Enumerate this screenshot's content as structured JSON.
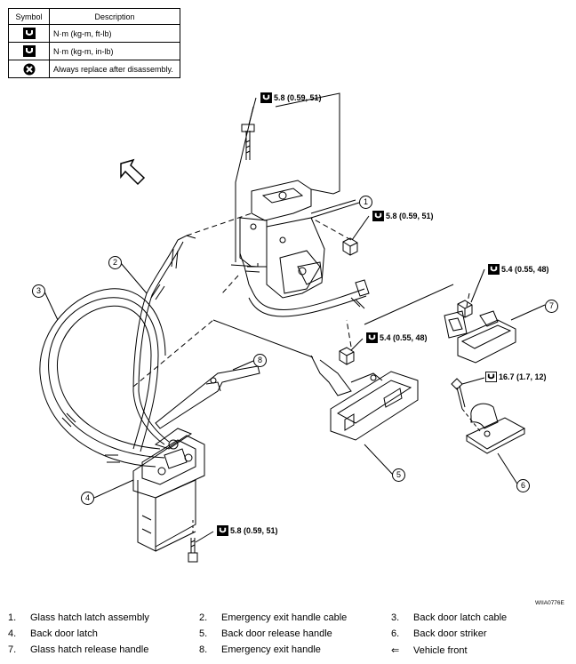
{
  "legend": {
    "header_symbol": "Symbol",
    "header_description": "Description",
    "rows": [
      {
        "icon": "torque-icon",
        "description": "N·m (kg-m, ft-lb)"
      },
      {
        "icon": "torque-small-icon",
        "description": "N·m (kg-m, in-lb)"
      },
      {
        "icon": "replace-icon",
        "description": "Always replace after disassembly."
      }
    ]
  },
  "torque_specs": {
    "t1": "5.8 (0.59, 51)",
    "t2": "5.8 (0.59, 51)",
    "t3": "5.4 (0.55, 48)",
    "t4": "5.4 (0.55, 48)",
    "t5": "16.7 (1.7, 12)",
    "t6": "5.8 (0.59, 51)"
  },
  "callouts": [
    "1",
    "2",
    "3",
    "4",
    "5",
    "6",
    "7",
    "8"
  ],
  "figure_id": "WIIA0776E",
  "parts": [
    {
      "num": "1.",
      "name": "Glass hatch latch assembly"
    },
    {
      "num": "2.",
      "name": "Emergency exit handle cable"
    },
    {
      "num": "3.",
      "name": "Back door latch cable"
    },
    {
      "num": "4.",
      "name": "Back door latch"
    },
    {
      "num": "5.",
      "name": "Back door release handle"
    },
    {
      "num": "6.",
      "name": "Back door striker"
    },
    {
      "num": "7.",
      "name": "Glass hatch release handle"
    },
    {
      "num": "8.",
      "name": "Emergency exit handle"
    },
    {
      "num": "⇐",
      "name": "Vehicle front"
    }
  ]
}
